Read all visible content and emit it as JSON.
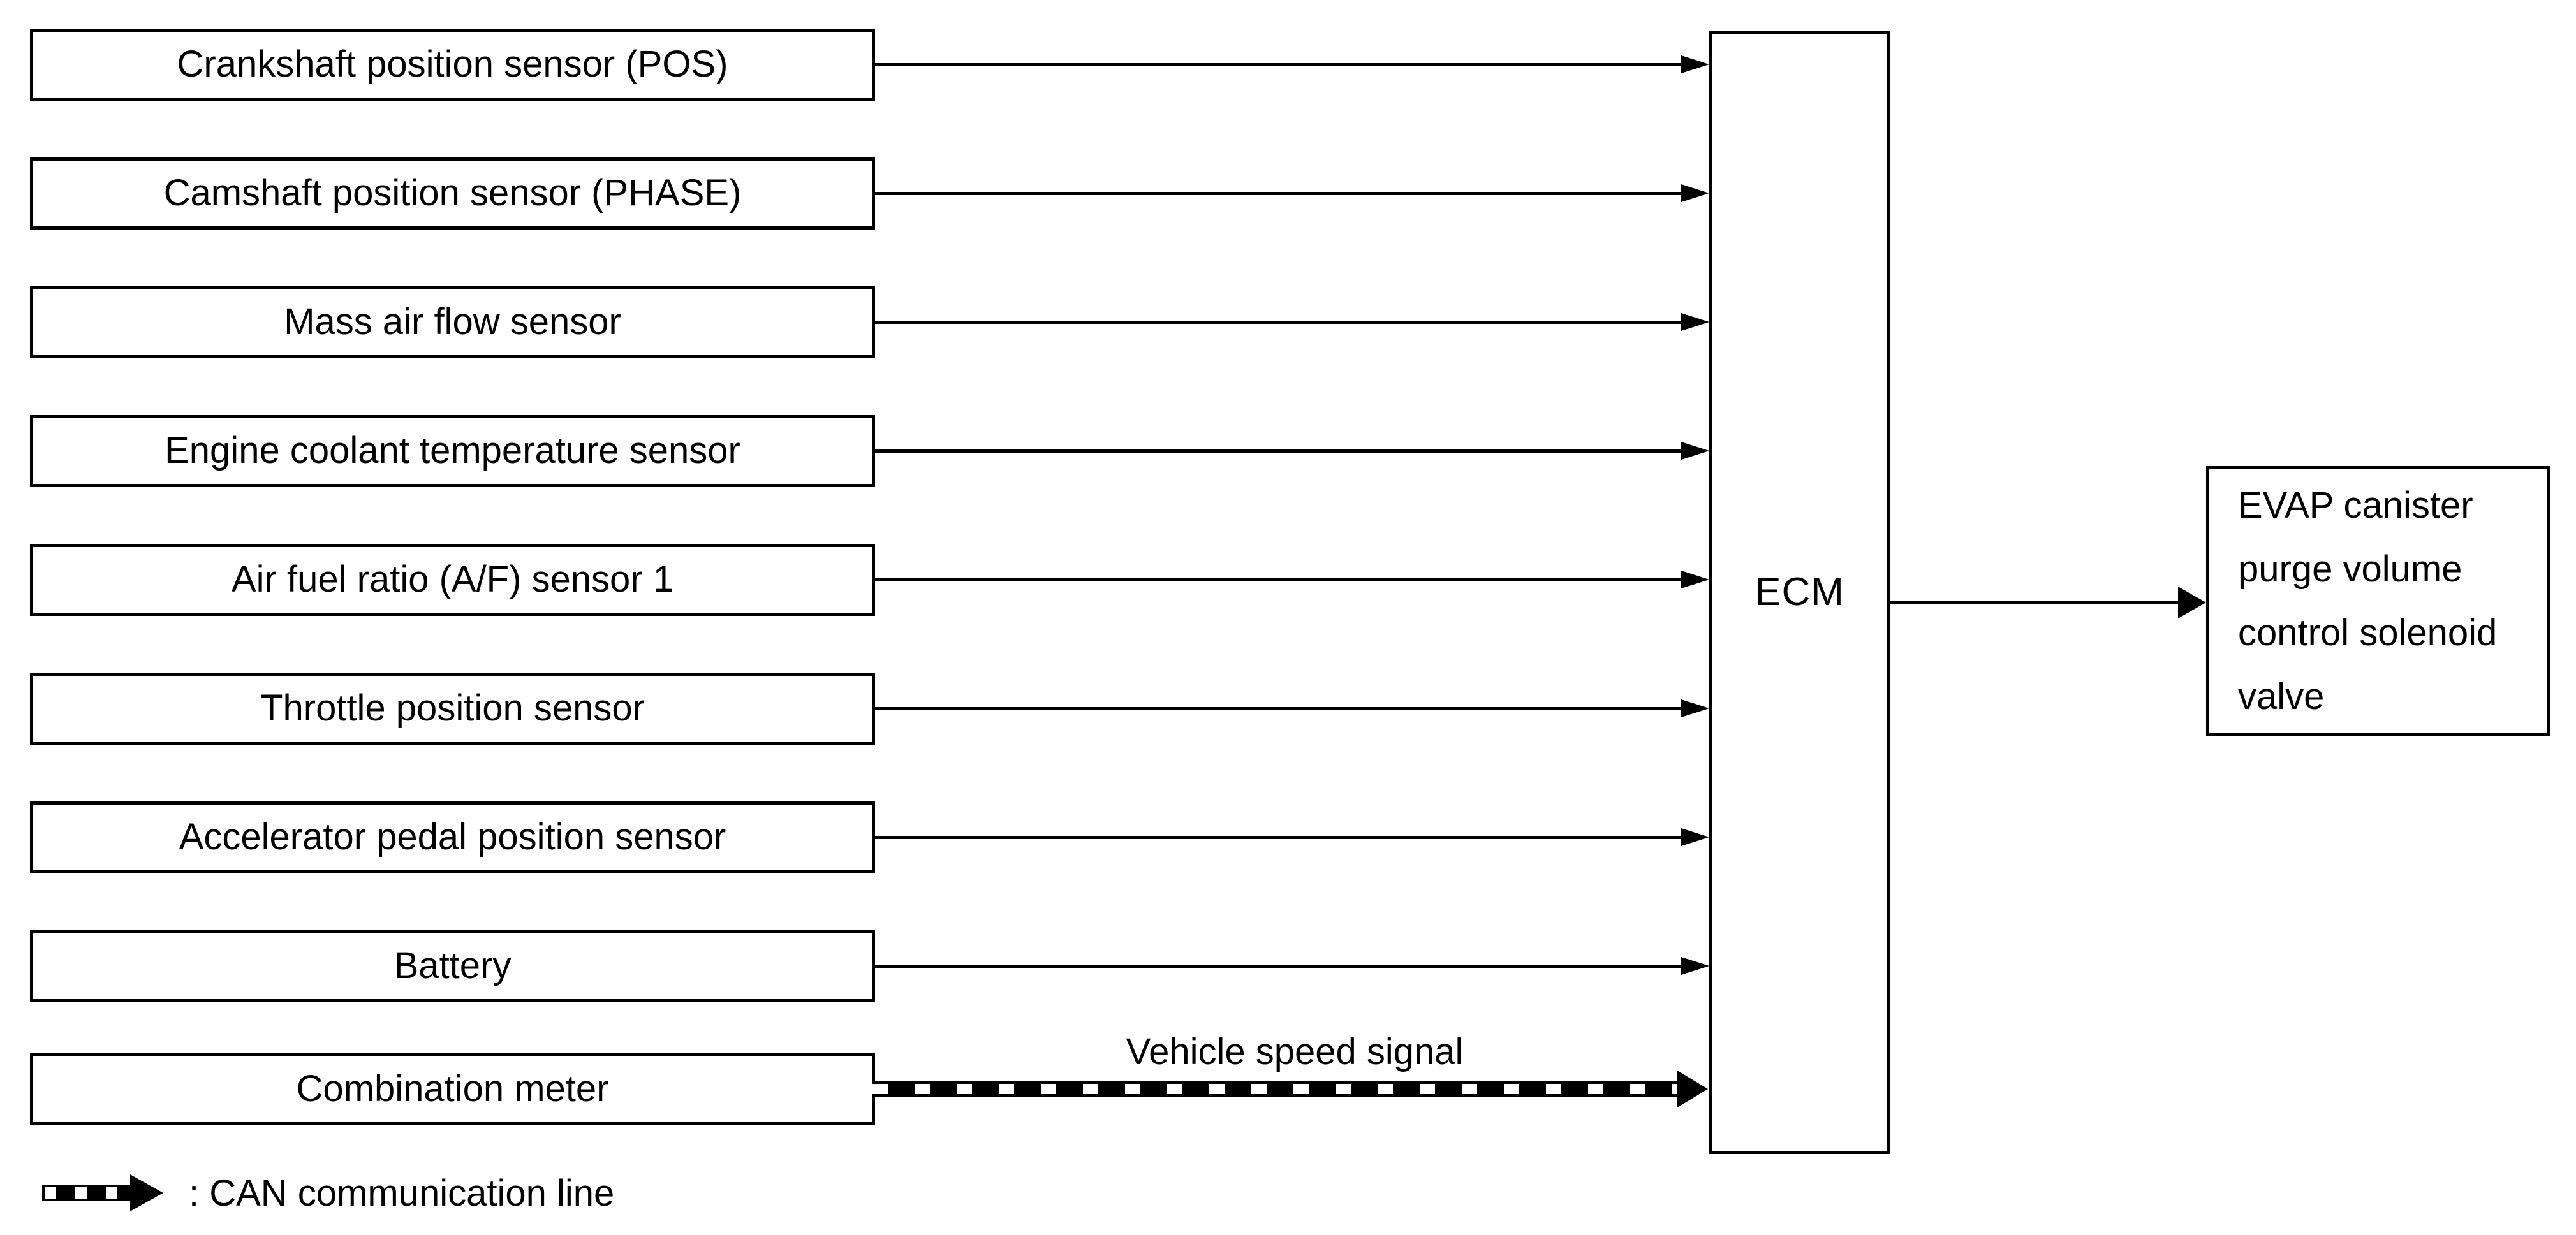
{
  "colors": {
    "ink": "#000000",
    "paper": "#ffffff"
  },
  "input_boxes": [
    {
      "label": "Crankshaft position sensor (POS)"
    },
    {
      "label": "Camshaft position sensor (PHASE)"
    },
    {
      "label": "Mass air flow sensor"
    },
    {
      "label": "Engine coolant temperature sensor"
    },
    {
      "label": "Air fuel ratio (A/F) sensor 1"
    },
    {
      "label": "Throttle position sensor"
    },
    {
      "label": "Accelerator pedal position sensor"
    },
    {
      "label": "Battery"
    },
    {
      "label": "Combination meter"
    }
  ],
  "controller": {
    "label": "ECM"
  },
  "output_box": {
    "lines": [
      "EVAP canister",
      "purge volume",
      "control solenoid",
      "valve"
    ]
  },
  "can_arrow": {
    "label": "Vehicle speed signal"
  },
  "legend": {
    "label": ": CAN communication line"
  }
}
